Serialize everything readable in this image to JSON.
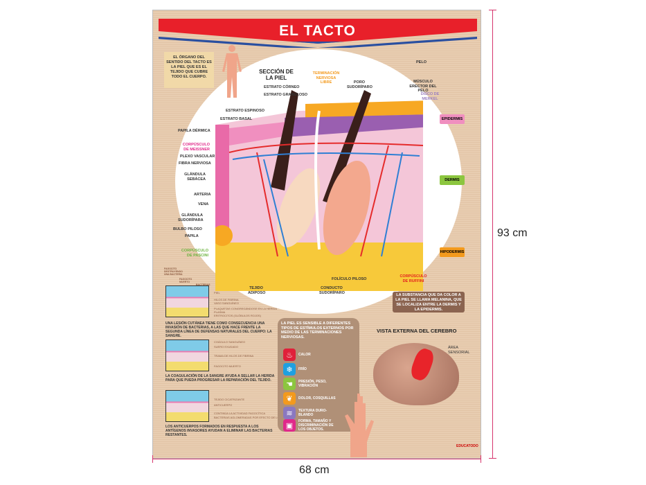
{
  "poster": {
    "title": "EL TACTO",
    "intro": "EL ÓRGANO DEL SENTIDO DEL TACTO ES LA PIEL QUE ES EL TEJIDO QUE CUBRE TODO EL CUERPO.",
    "section_title": "SECCIÓN DE LA PIEL",
    "labels_left": [
      "ESTRATO CÓRNEO",
      "ESTRATO GRANULOSO",
      "ESTRATO ESPINOSO",
      "ESTRATO BASAL",
      "PAPILA DÉRMICA",
      "CORPÚSCULO DE MEISSNER",
      "PLEXO VASCULAR",
      "FIBRA NERVIOSA",
      "GLÁNDULA SEBÁCEA",
      "ARTERIA",
      "VENA",
      "GLÁNDULA SUDORÍPARA",
      "BULBO PILOSO",
      "PAPILA",
      "CORPÚSCULO DE PASCINI"
    ],
    "labels_top": {
      "terminacion": "TERMINACIÓN NERVIOSA LIBRE",
      "poro": "PORO SUDORÍPARO",
      "pelo": "PELO",
      "musculo": "MÚSCULO ERECTOR DEL PELO",
      "merkel": "DISCO DE MERKEL"
    },
    "labels_bottom": {
      "tejido": "TEJIDO ADIPOSO",
      "conducto": "CONDUCTO SUDORÍPARO",
      "foliculo": "FOLÍCULO PILOSO",
      "ruffini": "CORPÚSCULO DE RUFFINI"
    },
    "layers": {
      "epidermis": "EPIDERMIS",
      "dermis": "DERMIS",
      "hipodermis": "HIPODERMIS"
    },
    "melanin_note": "LA SUBSTANCIA QUE DA COLOR A LA PIEL SE LLAMA MELANINA, QUE SE LOCALIZA ENTRE LA DERMIS Y LA EPIDERMIS.",
    "wound": {
      "box1_labels": [
        "FAGOCITO DESTRUYENDO UNA BACTERIA",
        "FAGOCITO MUERTO",
        "BACTERIAS",
        "PIEL",
        "HILOS DE FIBRINA",
        "VASO SANGUÍNEO",
        "PLAQUETAS CONGREGÁNDOSE EN LA HERIDA",
        "PLASMA",
        "ERITROCITOS (GLÓBULOS ROJOS)"
      ],
      "text1": "UNA LESIÓN CUTÁNEA TIENE COMO CONSECUENCIA UNA INVASIÓN DE BACTERIAS, A LAS QUE HACE FRENTE LA SEGUNDA LÍNEA DE DEFENSAS NATURALES DEL CUERPO: LA SANGRE.",
      "box2_labels": [
        "COÁGULO SANGUÍNEO",
        "SUERO EXUDADO",
        "TRAMA DE HILOS DE FIBRINA",
        "FAGOCITO MUERTO"
      ],
      "text2": "LA COAGULACIÓN DE LA SANGRE AYUDA A SELLAR LA HERIDA PARA QUE PUEDA PROGRESAR LA REPARACIÓN DEL TEJIDO.",
      "box3_labels": [
        "TEJIDO CICATRIZANTE",
        "ANTICUERPO",
        "CONTINÚA LA ACTIVIDAD FAGOCÍTICA",
        "BACTERIAS AGLOMERADAS POR EFECTO DE LOS ANTICUERPOS"
      ],
      "text3": "LOS ANTICUERPOS FORMADOS EN RESPUESTA A LOS ANTÍGENOS INVASORES AYUDAN A ELIMINAR LAS BACTERIAS RESTANTES."
    },
    "senses": {
      "title": "LA PIEL ES SENSIBLE A DIFERENTES TIPOS DE ESTÍMULOS EXTERNOS POR MEDIO DE LAS TERMINACIONES NERVIOSAS.",
      "items": [
        {
          "label": "CALOR",
          "icon": "flame-icon",
          "color": "#e0203a",
          "glyph": "♨"
        },
        {
          "label": "FRÍO",
          "icon": "snowflake-icon",
          "color": "#1ea0e0",
          "glyph": "❄"
        },
        {
          "label": "PRESIÓN, PESO, VIBRACIÓN",
          "icon": "hand-press-icon",
          "color": "#8cc63f",
          "glyph": "☚"
        },
        {
          "label": "DOLOR, COSQUILLAS",
          "icon": "feather-icon",
          "color": "#f39a1d",
          "glyph": "❦"
        },
        {
          "label": "TEXTURA DURO-BLANDO",
          "icon": "waves-icon",
          "color": "#8a78c0",
          "glyph": "≋"
        },
        {
          "label": "FORMA, TAMAÑO Y DISCRIMINACIÓN DE LOS OBJETOS.",
          "icon": "cube-icon",
          "color": "#e0288a",
          "glyph": "▣"
        }
      ]
    },
    "brain": {
      "title": "VISTA EXTERNA DEL CEREBRO",
      "area": "ÁREA SENSORIAL"
    },
    "publisher": "EDUCATODO"
  },
  "dimensions": {
    "height": "93 cm",
    "width": "68 cm"
  }
}
